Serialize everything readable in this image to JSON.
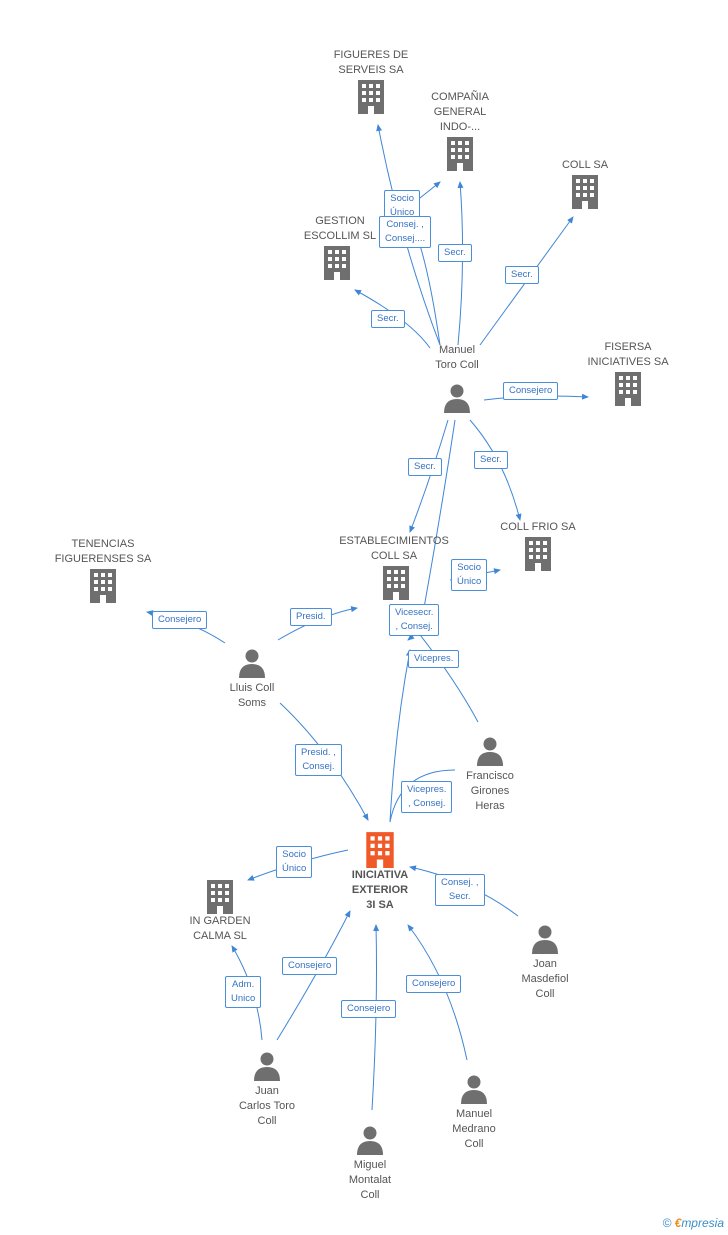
{
  "nodes": {
    "figueres": "FIGUERES DE\nSERVEIS SA",
    "compania": "COMPAÑIA\nGENERAL\nINDO-...",
    "coll_sa": "COLL SA",
    "gestion": "GESTION\nESCOLLIM SL",
    "manuel_toro": "Manuel\nToro Coll",
    "fisersa": "FISERSA\nINICIATIVES SA",
    "coll_frio": "COLL FRIO SA",
    "tenencias": "TENENCIAS\nFIGUERENSES SA",
    "establecimientos": "ESTABLECIMIENTOS\nCOLL SA",
    "lluis": "Lluis Coll\nSoms",
    "francisco": "Francisco\nGirones\nHeras",
    "iniciativa": "INICIATIVA\nEXTERIOR\n3I SA",
    "ingarden": "IN GARDEN\nCALMA SL",
    "joan": "Joan\nMasdefiol\nColl",
    "juan_carlos": "Juan\nCarlos Toro\nColl",
    "miguel": "Miguel\nMontalat\nColl",
    "manuel_medrano": "Manuel\nMedrano\nColl"
  },
  "edge_labels": {
    "socio_unico_1": "Socio\nÚnico",
    "consej_1": "Consej. ,\nConsej....",
    "secr_compania": "Secr.",
    "secr_coll": "Secr.",
    "secr_gestion": "Secr.",
    "consejero_fisersa": "Consejero",
    "secr_establ": "Secr.",
    "secr_frio": "Secr.",
    "socio_unico_frio": "Socio\nÚnico",
    "vicesecr": "Vicesecr.\n, Consej.",
    "vicepres_1": "Vicepres.",
    "consejero_tenencias": "Consejero",
    "presid": "Presid.",
    "presid_consej": "Presid. ,\nConsej.",
    "vicepres_consej": "Vicepres.\n, Consej.",
    "socio_unico_ingarden": "Socio\nÚnico",
    "consej_secr": "Consej. ,\nSecr.",
    "adm_unico": "Adm.\nUnico",
    "consejero_jc": "Consejero",
    "consejero_miguel": "Consejero",
    "consejero_medrano": "Consejero"
  },
  "colors": {
    "edge": "#3f86d6",
    "icon": "#6f6f6f",
    "focus": "#f05a28"
  },
  "footer": {
    "copyright": "©",
    "brand_e": "€",
    "brand_rest": "mpresia"
  }
}
